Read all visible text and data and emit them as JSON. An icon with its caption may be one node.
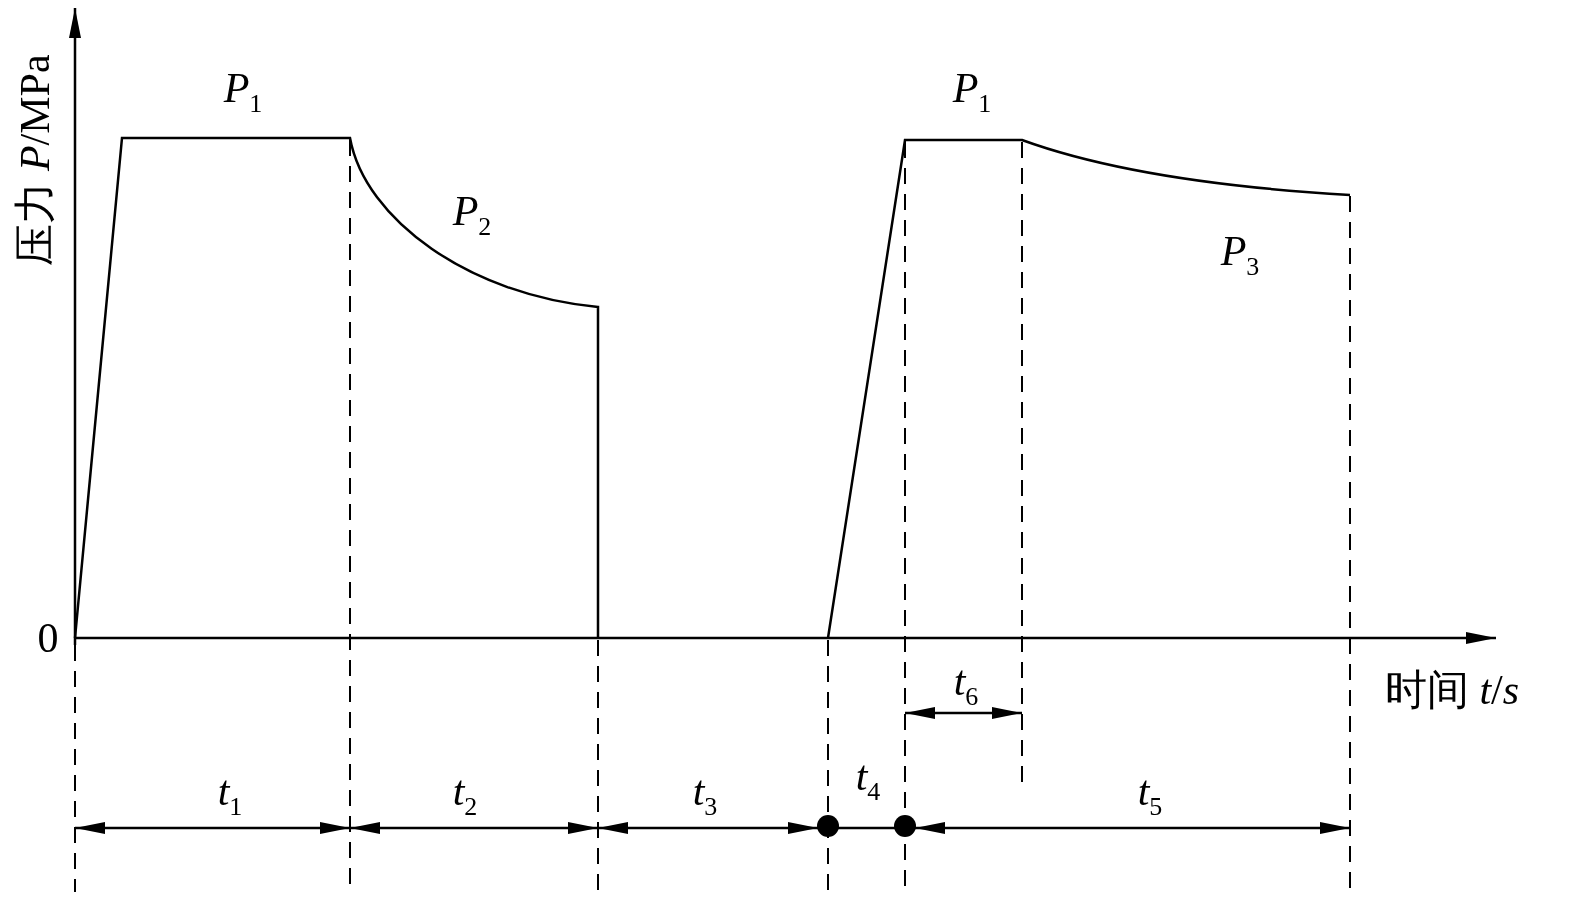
{
  "diagram": {
    "labels": [
      "压力 *P*/MPa",
      "*P*$_{1}$",
      "*P*$_{2}$",
      "*P*$_{1}$",
      "*P*$_{3}$",
      "0",
      "时间 *t*/*s*",
      "*t*$_{6}$",
      "*t*$_{1}$",
      "*t*$_{2}$",
      "*t*$_{3}$",
      "*t*$_{4}$",
      "*t*$_{5}$"
    ]
  }
}
